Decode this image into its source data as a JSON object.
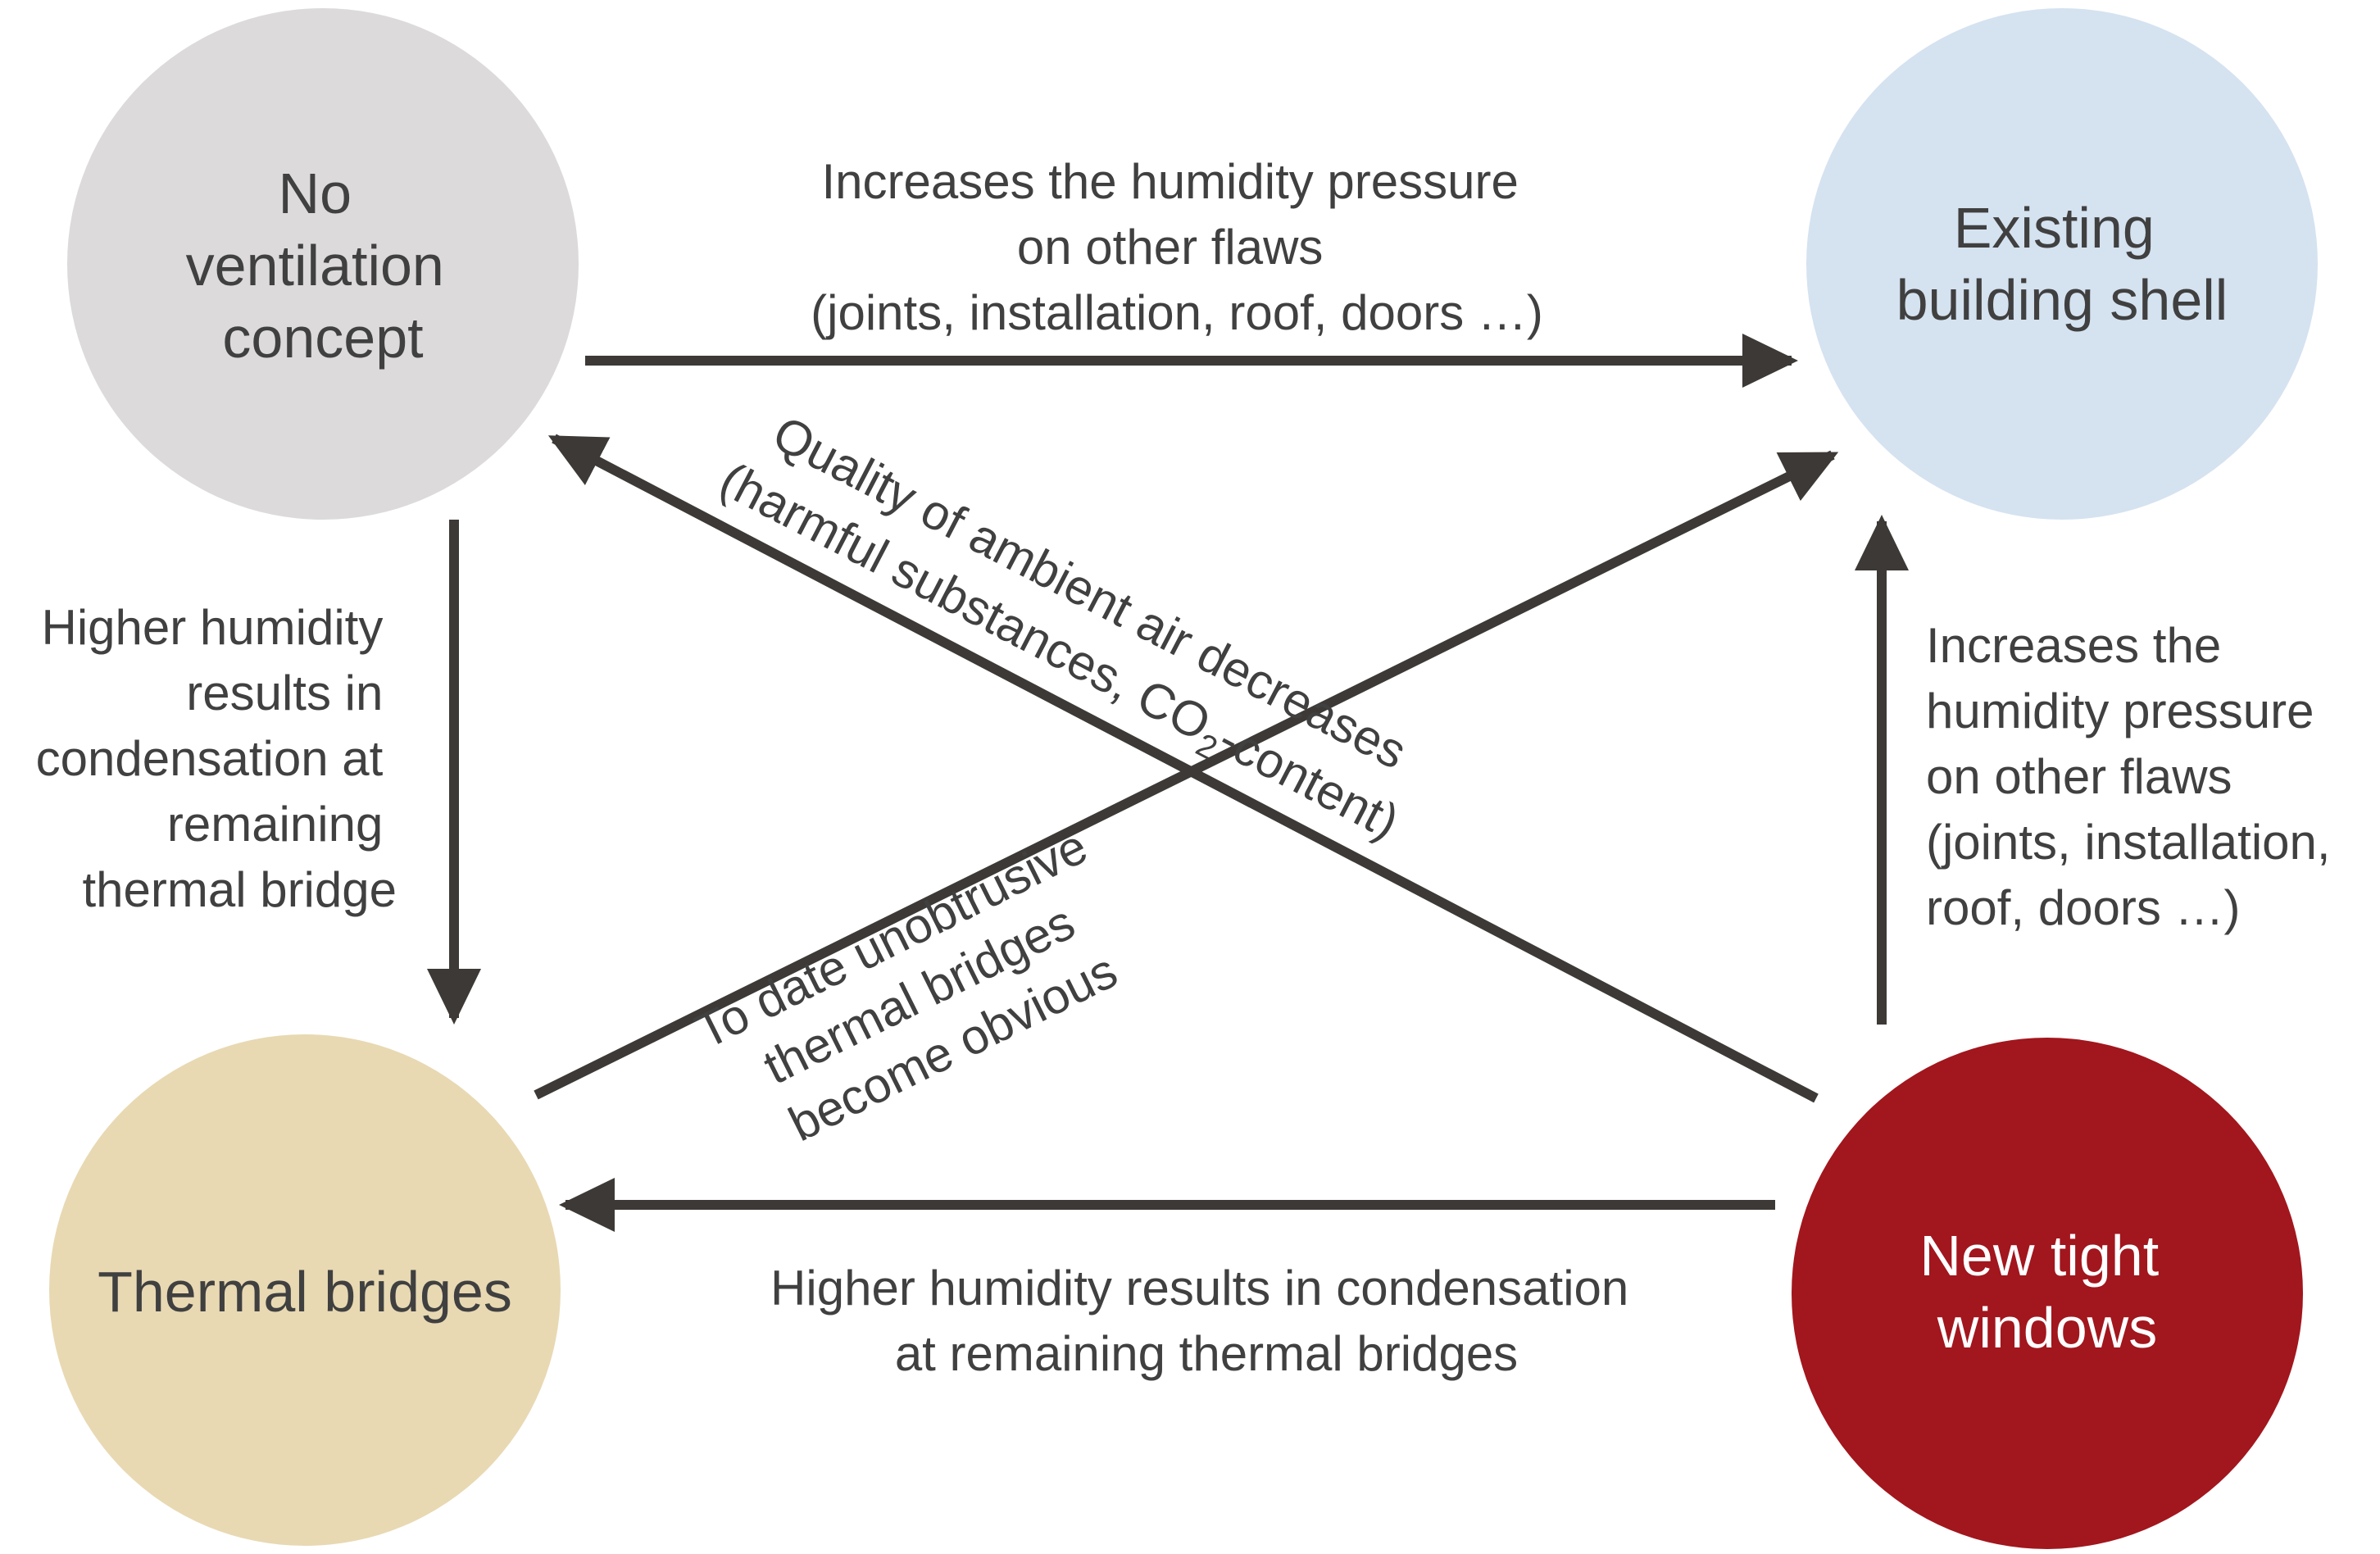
{
  "colors": {
    "ink": "#3d3936",
    "text": "#404040",
    "grey_node": "#dcdadb",
    "blue_node": "#d5e2f0",
    "sand_node": "#e8d9b3",
    "red_node": "#a2161d",
    "red_node_text": "#ffffff"
  },
  "nodes": {
    "no_ventilation": {
      "lines": [
        "No",
        "ventilation",
        "concept"
      ]
    },
    "building_shell": {
      "lines": [
        "Existing",
        "building shell"
      ]
    },
    "thermal_bridges": {
      "lines": [
        "Thermal bridges"
      ]
    },
    "tight_windows": {
      "lines": [
        "New tight",
        "windows"
      ]
    }
  },
  "edges": {
    "top": {
      "lines": [
        "Increases the humidity pressure",
        "on other flaws",
        "(joints, installation, roof, doors …)"
      ]
    },
    "left": {
      "lines": [
        "Higher humidity",
        "results in",
        "condensation at",
        "remaining",
        "thermal bridge"
      ]
    },
    "right": {
      "lines": [
        "Increases the",
        "humidity pressure",
        "on other flaws",
        "(joints, installation,",
        "roof, doors …)"
      ]
    },
    "bottom": {
      "lines": [
        "Higher humidity results in condensation",
        "at remaining thermal bridges"
      ]
    },
    "diag_air": {
      "line1": "Quality of ambient air decreases",
      "line2_pre": "(harmful substances, CO",
      "line2_sub": "2",
      "line2_post": "-content)"
    },
    "diag_bridges": {
      "lines": [
        "To date unobtrusive",
        "thermal bridges",
        "become obvious"
      ]
    }
  }
}
